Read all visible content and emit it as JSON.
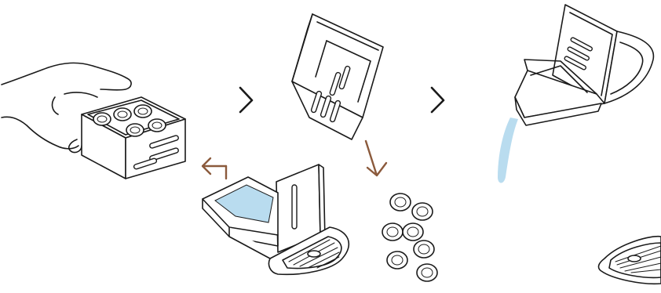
{
  "diagram": {
    "steps": [
      {
        "id": "remove-capsule-container",
        "icon": "hand-holding-container-icon"
      },
      {
        "id": "container-upside-down",
        "icon": "capsule-container-icon"
      },
      {
        "id": "empty-drip-tray",
        "icon": "drip-tray-pour-icon"
      },
      {
        "id": "machine-tray-water",
        "icon": "drip-tray-water-icon"
      },
      {
        "id": "used-capsules",
        "icon": "capsules-icon"
      },
      {
        "id": "drip-grid",
        "icon": "drip-grid-icon"
      }
    ],
    "arrows": [
      {
        "direction": "right",
        "icon": "chevron-right-icon"
      },
      {
        "direction": "right",
        "icon": "chevron-right-icon"
      },
      {
        "direction": "left",
        "icon": "arrow-left-icon"
      },
      {
        "direction": "down-right",
        "icon": "arrow-down-right-icon"
      }
    ],
    "colors": {
      "line": "#1a1a1a",
      "arrow_accent": "#8b5a3c",
      "water": "#b9dcef",
      "background": "#ffffff"
    }
  }
}
